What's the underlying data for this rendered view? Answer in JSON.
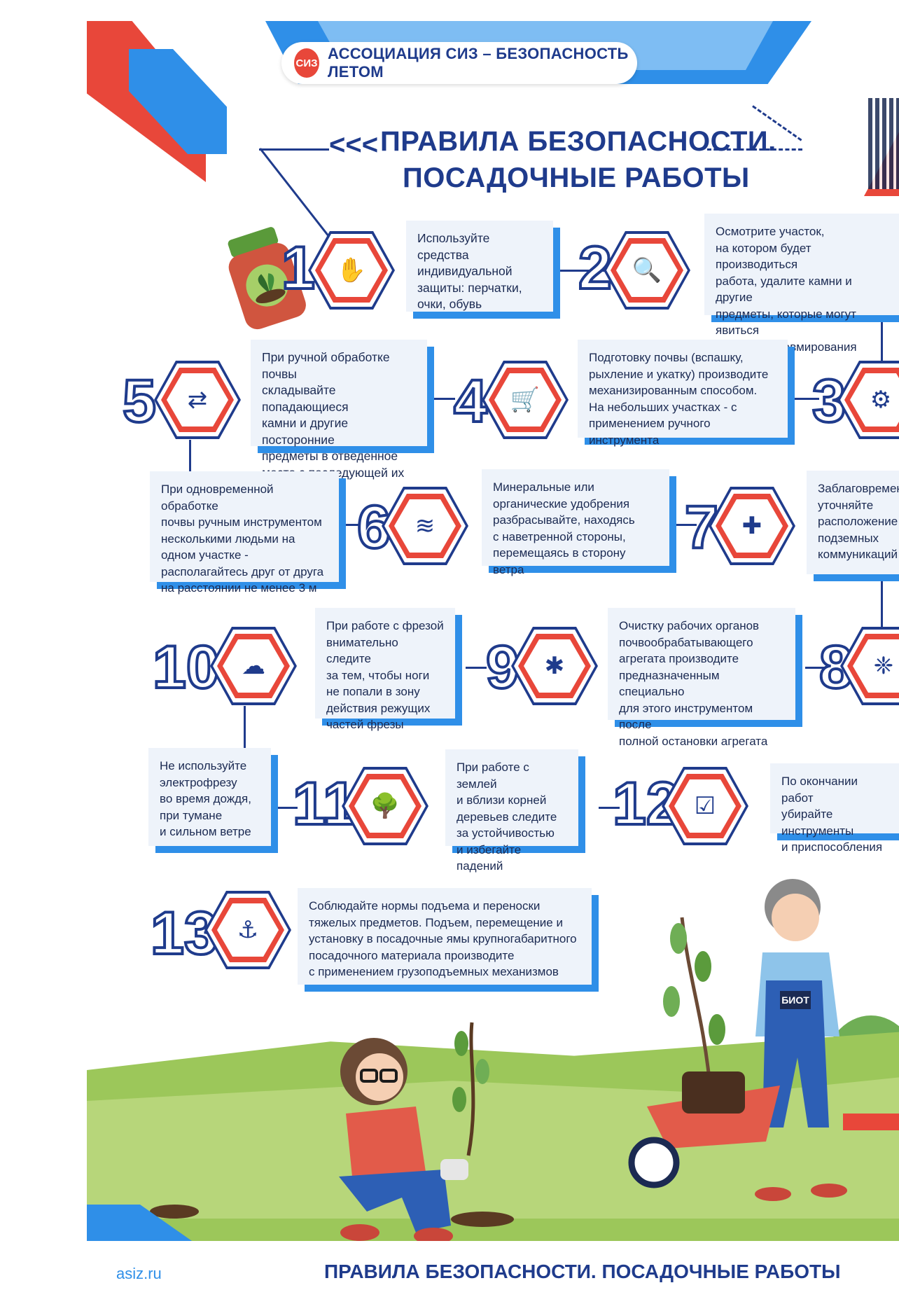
{
  "header": {
    "association": "АССОЦИАЦИЯ СИЗ – БЕЗОПАСНОСТЬ ЛЕТОМ",
    "logo_text": "СИЗ",
    "title_arrows": "<<<",
    "title_line1": "ПРАВИЛА БЕЗОПАСНОСТИ.",
    "title_line2": "ПОСАДОЧНЫЕ РАБОТЫ"
  },
  "rules": [
    {
      "num": "1",
      "icon": "gloves-icon",
      "text": "Используйте средства\nиндивидуальной\nзащиты: перчатки,\nочки, обувь"
    },
    {
      "num": "2",
      "icon": "magnifier-icon",
      "text": "Осмотрите участок,\nна котором будет производиться\nработа, удалите камни и другие\nпредметы, которые могут явиться\nпричиной травмирования"
    },
    {
      "num": "3",
      "icon": "shovel-icon",
      "text": ""
    },
    {
      "num": "4",
      "icon": "wheelbarrow-icon",
      "text": "Подготовку почвы (вспашку,\nрыхление и укатку) производите\nмеханизированным способом.\nНа небольших участках - с\nприменением ручного инструмента"
    },
    {
      "num": "5",
      "icon": "people-distance-icon",
      "text": "При ручной обработке почвы\nскладывайте попадающиеся\nкамни и другие посторонние\nпредметы в отведенное\nместо с последующей их\nвывозкой"
    },
    {
      "num": "6",
      "icon": "wind-person-icon",
      "text": "При одновременной обработке\nпочвы ручным инструментом\nнесколькими людьми на\nодном участке -\nрасполагайтесь друг от друга\nна расстоянии не менее 3 м"
    },
    {
      "num": "",
      "icon": "",
      "text": "Минеральные или\nорганические удобрения\nразбрасывайте, находясь\nс наветренной стороны,\nперемещаясь в сторону ветра"
    },
    {
      "num": "7",
      "icon": "pipes-icon",
      "text": "Заблаговремен\nуточняйте\nрасположение\nподземных\nкоммуникаций"
    },
    {
      "num": "8",
      "icon": "tiller-icon",
      "text": ""
    },
    {
      "num": "9",
      "icon": "cutter-person-icon",
      "text": "Очистку рабочих органов\nпочвообрабатывающего\nагрегата производите\nпредназначенным специально\nдля этого инструментом после\nполной остановки агрегата"
    },
    {
      "num": "",
      "icon": "",
      "text": "При работе с фрезой\nвнимательно следите\nза тем, чтобы ноги\nне попали в зону\nдействия режущих\nчастей фрезы"
    },
    {
      "num": "10",
      "icon": "weather-icon",
      "text": "Не используйте\nэлектрофрезу\nво время дождя,\nпри тумане\nи сильном ветре"
    },
    {
      "num": "11",
      "icon": "tree-warning-icon",
      "text": "При работе с землей\nи вблизи корней\nдеревьев следите\nза устойчивостью\nи избегайте падений"
    },
    {
      "num": "12",
      "icon": "box-check-icon",
      "text": "По окончании работ\nубирайте инструменты\nи приспособления"
    },
    {
      "num": "13",
      "icon": "crane-hook-icon",
      "text": "Соблюдайте нормы подъема и переноски\nтяжелых предметов. Подъем, перемещение и\nустановку в посадочные ямы крупногабаритного\nпосадочного материала производите\nс применением грузоподъемных механизмов"
    }
  ],
  "illustration": {
    "badge": "БИОТ"
  },
  "footer": {
    "site": "asiz.ru",
    "title": "ПРАВИЛА БЕЗОПАСНОСТИ. ПОСАДОЧНЫЕ РАБОТЫ"
  },
  "colors": {
    "navy": "#1f3b8c",
    "blue": "#2f8fe8",
    "red": "#e8473a",
    "green": "#9cc75a"
  }
}
